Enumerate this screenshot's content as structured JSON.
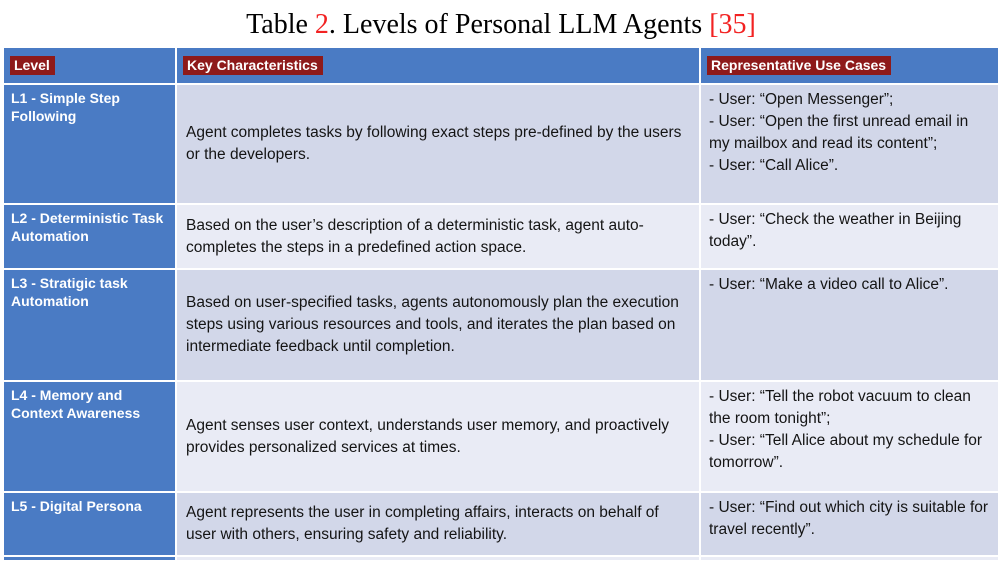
{
  "title": {
    "prefix": "Table ",
    "table_number": "2",
    "middle": ". Levels of Personal LLM Agents ",
    "citation": "[35]"
  },
  "table": {
    "headers": [
      "Level",
      "Key Characteristics",
      "Representative Use Cases"
    ],
    "rows": [
      {
        "level": "L1 - Simple Step Following",
        "characteristics": "Agent completes tasks by following exact steps pre-defined by the users or the developers.",
        "use_cases": [
          "- User: “Open Messenger”;",
          "- User: “Open the first unread email in my mailbox and read its content”;",
          "- User: “Call Alice”."
        ]
      },
      {
        "level": "L2 - Deterministic Task Automation",
        "characteristics": "Based on the user’s description of a deterministic task, agent auto-completes the steps in a predefined action space.",
        "use_cases": [
          "- User: “Check the weather in Beijing today”."
        ]
      },
      {
        "level": "L3 - Stratigic task Automation",
        "characteristics": "Based on user-specified tasks, agents autonomously plan the execution steps using various resources and tools, and iterates the plan based on intermediate feedback until completion.",
        "use_cases": [
          "- User: “Make a video call to Alice”."
        ]
      },
      {
        "level": "L4 - Memory and Context Awareness",
        "characteristics": "Agent senses user context, understands user memory, and proactively provides personalized services at times.",
        "use_cases": [
          "- User: “Tell the robot vacuum to clean the room tonight”;",
          "- User: “Tell Alice about my schedule for tomorrow”."
        ]
      },
      {
        "level": "L5 - Digital Persona",
        "characteristics": "Agent represents the user in completing affairs, interacts on behalf of user with others, ensuring safety and reliability.",
        "use_cases": [
          "- User: “Find out which city is suitable for travel recently”."
        ]
      }
    ]
  },
  "colors": {
    "header_blue": "#4a7bc4",
    "header_highlight_maroon": "#8e1a1a",
    "row_band_dark": "#d2d7e9",
    "row_band_light": "#e9ebf5",
    "caption_accent_red": "#f22222",
    "body_text": "#141414",
    "divider": "#ffffff"
  }
}
